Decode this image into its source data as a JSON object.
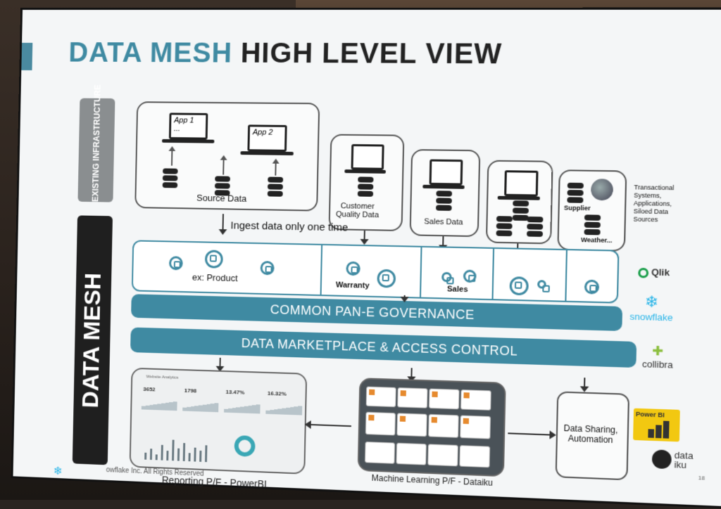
{
  "slide": {
    "title_highlight": "DATA MESH",
    "title_rest": "HIGH LEVEL VIEW",
    "band_infra": "EXISTING INFRASTRUCTURE",
    "band_mesh": "DATA MESH"
  },
  "sources": {
    "app1": "App 1",
    "app1_dots": "...",
    "app2": "App 2",
    "source_data": "Source Data",
    "customer": "Customer\nQuality Data",
    "sales": "Sales Data",
    "supplier": "Supplier",
    "weather": "Weather...",
    "side_note": "Transactional\nSystems,\nApplications,\nSiloed Data\nSources"
  },
  "ingest": "Ingest data only one time",
  "domains": {
    "product": "ex: Product",
    "warranty": "Warranty",
    "sales": "Sales"
  },
  "bars": {
    "governance": "COMMON PAN-E GOVERNANCE",
    "marketplace": "DATA MARKETPLACE & ACCESS CONTROL"
  },
  "dashboard": {
    "header": "Website Analytics",
    "kpis": [
      "3652",
      "1798",
      "13.47%",
      "16.32%"
    ]
  },
  "outputs": {
    "data_sharing": "Data Sharing,\nAutomation",
    "reporting": "Reporting P/F - PowerBI",
    "ml": "Machine Learning P/F - Dataiku"
  },
  "vendors": {
    "qlik": "Qlik",
    "snowflake": "snowflake",
    "collibra": "collibra",
    "powerbi": "Power BI",
    "dataiku": "data\niku"
  },
  "footer": {
    "copyright": "owflake Inc. All Rights Reserved",
    "page": "18"
  },
  "colors": {
    "accent": "#3f8aa2",
    "mesh_band": "#1f1f1f",
    "infra_band": "#8a8e90",
    "powerbi": "#f2c811"
  }
}
